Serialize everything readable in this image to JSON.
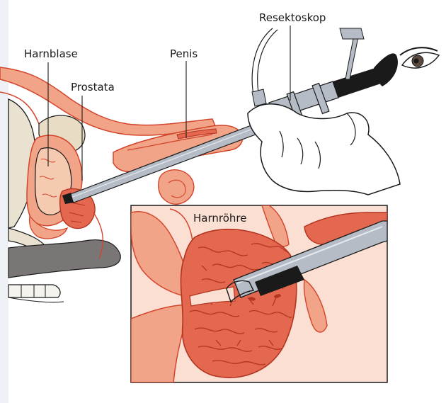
{
  "labels": {
    "bladder": "Harnblase",
    "prostate": "Prostata",
    "penis": "Penis",
    "resectoscope": "Resektoskop",
    "urethra": "Harnröhre"
  },
  "colors": {
    "page_background": "#ffffff",
    "side_panel": "#eef2f7",
    "tissue_fill": "#f2a488",
    "tissue_outline": "#d3452b",
    "prostate_fill": "#e4684f",
    "prostate_veins": "#b33420",
    "bladder_fill": "#f6c9b1",
    "pelvic_bone": "#e9e2d1",
    "bowel": "#7a7676",
    "instrument_metal": "#b5bcc5",
    "instrument_dark": "#1a1a1a",
    "inset_background": "#fbdfd2",
    "outline": "#1a1a1a"
  },
  "icons": [
    "eye-icon",
    "resectoscope-instrument",
    "hand-illustration",
    "pelvis-cross-section",
    "prostate-magnified-inset"
  ]
}
